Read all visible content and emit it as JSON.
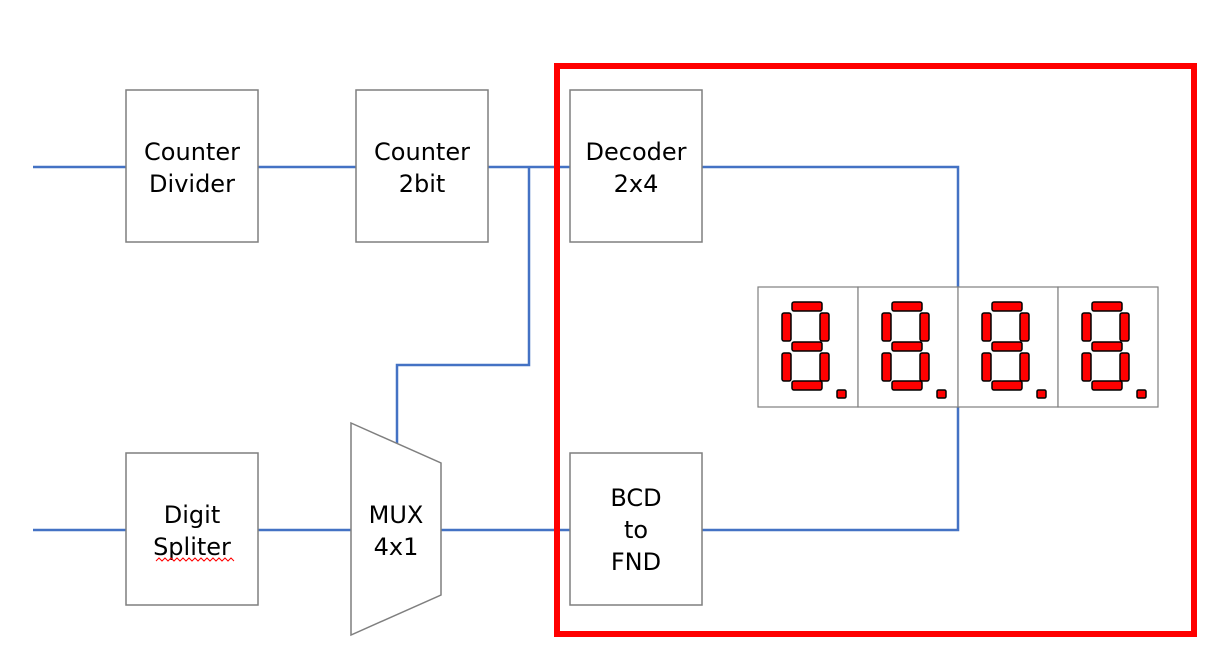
{
  "blocks": {
    "counter_divider": {
      "line1": "Counter",
      "line2": "Divider"
    },
    "counter_2bit": {
      "line1": "Counter",
      "line2": "2bit"
    },
    "decoder": {
      "line1": "Decoder",
      "line2": "2x4"
    },
    "digit_spliter": {
      "line1": "Digit",
      "line2": "Spliter"
    },
    "mux": {
      "line1": "MUX",
      "line2": "4x1"
    },
    "bcd_to_fnd": {
      "line1": "BCD",
      "line2": "to",
      "line3": "FND"
    }
  },
  "display": {
    "digits": 4,
    "segment_color": "#ff0000"
  },
  "colors": {
    "wire": "#4472C4",
    "highlight": "#ff0000",
    "block_border": "#7f7f7f"
  }
}
